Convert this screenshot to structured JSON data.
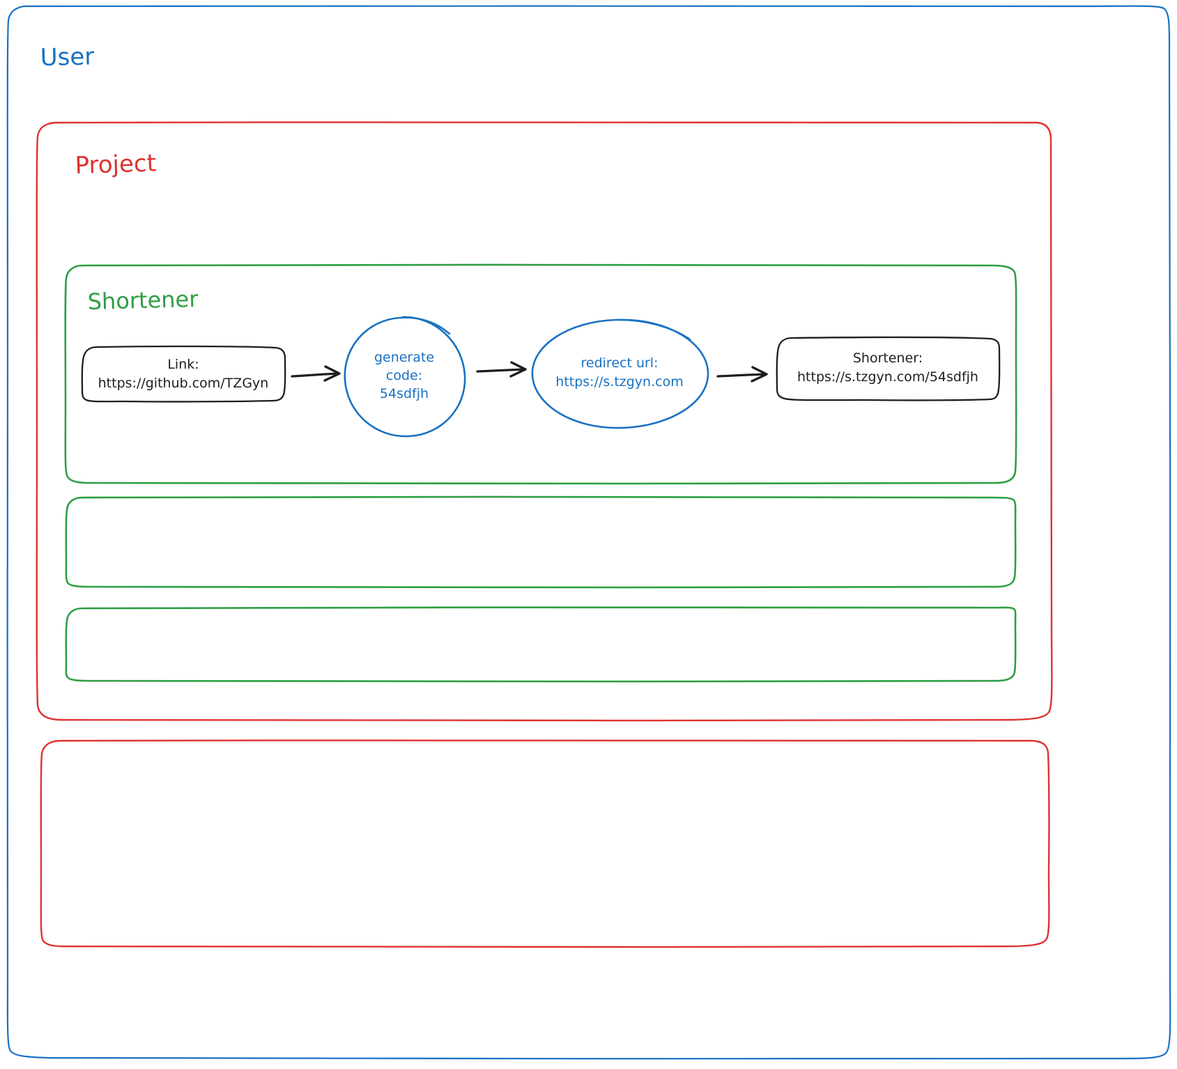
{
  "diagram": {
    "type": "flowchart",
    "style": "hand-drawn whiteboard",
    "background": "#ffffff",
    "frames": [
      {
        "id": "user",
        "label": "User",
        "color": "#1971c2"
      },
      {
        "id": "project",
        "label": "Project",
        "color": "#e03131"
      },
      {
        "id": "shortener",
        "label": "Shortener",
        "color": "#2f9e44"
      },
      {
        "id": "empty-green-1",
        "label": "",
        "color": "#2f9e44"
      },
      {
        "id": "empty-green-2",
        "label": "",
        "color": "#2f9e44"
      },
      {
        "id": "empty-red-1",
        "label": "",
        "color": "#e03131"
      }
    ],
    "nodes": [
      {
        "id": "link",
        "shape": "rounded-rectangle",
        "stroke": "#1e1e1e",
        "lines": [
          "Link:",
          "https://github.com/TZGyn"
        ]
      },
      {
        "id": "generate-code",
        "shape": "circle",
        "stroke": "#1971c2",
        "lines": [
          "generate",
          "code:",
          "54sdfjh"
        ]
      },
      {
        "id": "redirect-url",
        "shape": "ellipse",
        "stroke": "#1971c2",
        "lines": [
          "redirect url:",
          "https://s.tzgyn.com"
        ]
      },
      {
        "id": "shortener-result",
        "shape": "rounded-rectangle",
        "stroke": "#1e1e1e",
        "lines": [
          "Shortener:",
          "https://s.tzgyn.com/54sdfjh"
        ]
      }
    ],
    "arrows": [
      {
        "id": "arrow-link-to-generate",
        "from": "link",
        "to": "generate-code",
        "stroke": "#1e1e1e"
      },
      {
        "id": "arrow-generate-to-redirect",
        "from": "generate-code",
        "to": "redirect-url",
        "stroke": "#1e1e1e"
      },
      {
        "id": "arrow-redirect-to-result",
        "from": "redirect-url",
        "to": "shortener-result",
        "stroke": "#1e1e1e"
      }
    ]
  }
}
